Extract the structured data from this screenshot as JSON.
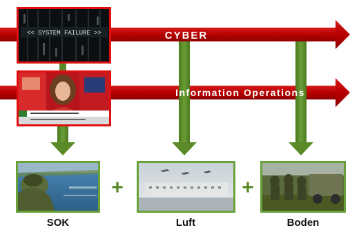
{
  "arrows": {
    "cyber_label": "CYBER",
    "info_ops_label": "Information Operations"
  },
  "thumbnails": {
    "cyber_screen_text": "<< SYSTEM FAILURE >>"
  },
  "domains": [
    {
      "label": "SOK"
    },
    {
      "label": "Luft"
    },
    {
      "label": "Boden"
    }
  ],
  "operators": [
    "+",
    "+"
  ],
  "colors": {
    "arrow_red": "#c00000",
    "arrow_green": "#5a8a28",
    "frame_green": "#6aa23a",
    "frame_red": "#e01010",
    "plus_green": "#5a8a28"
  }
}
